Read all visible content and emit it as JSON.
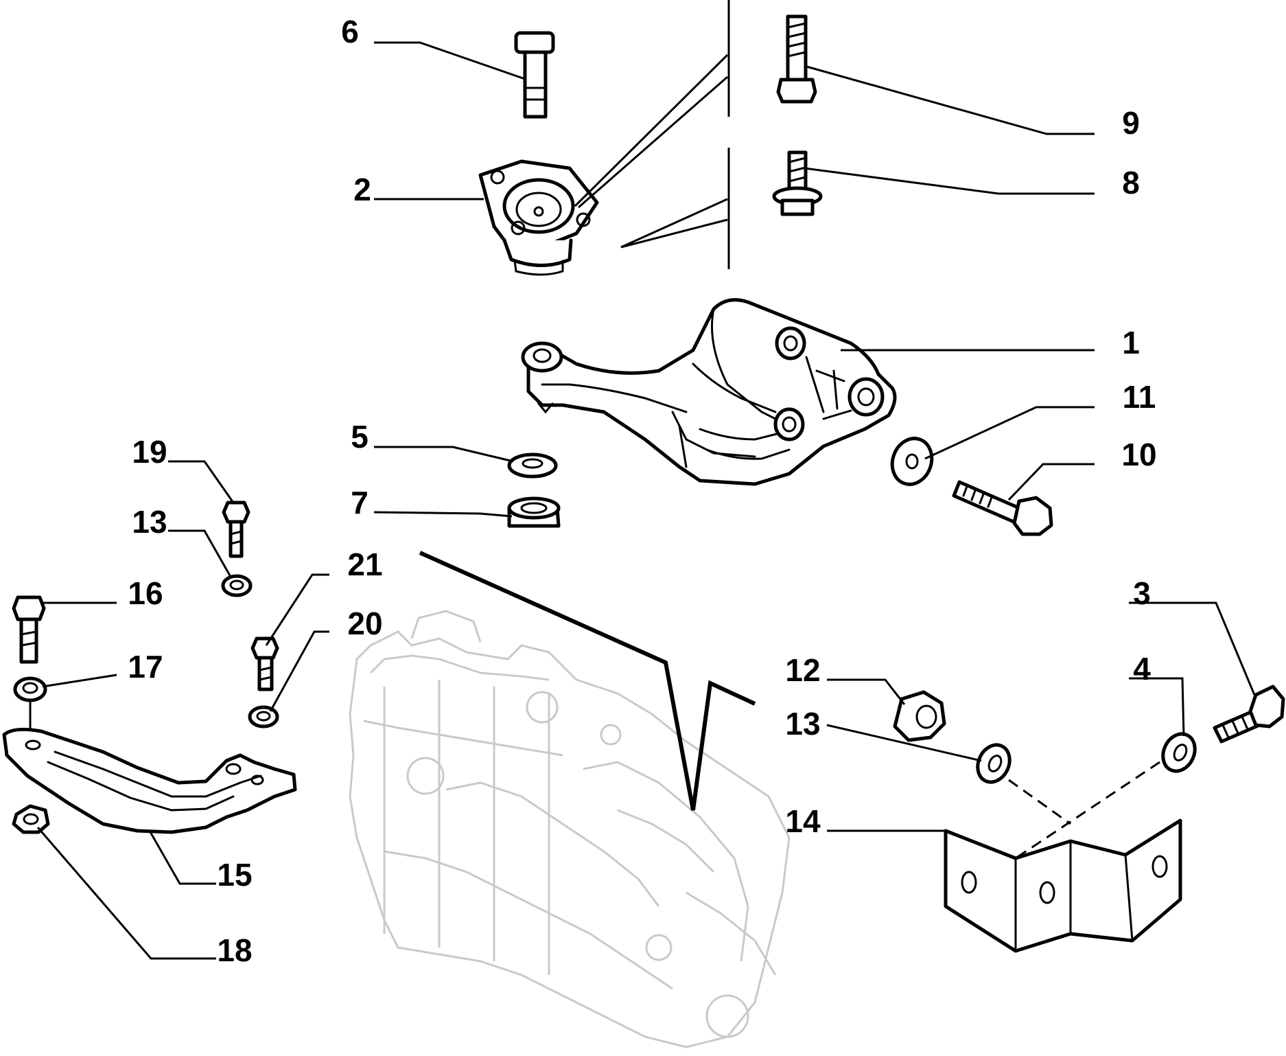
{
  "callouts": [
    {
      "id": "1",
      "text": "1"
    },
    {
      "id": "2",
      "text": "2"
    },
    {
      "id": "3",
      "text": "3"
    },
    {
      "id": "4",
      "text": "4"
    },
    {
      "id": "5",
      "text": "5"
    },
    {
      "id": "6",
      "text": "6"
    },
    {
      "id": "7",
      "text": "7"
    },
    {
      "id": "8",
      "text": "8"
    },
    {
      "id": "9",
      "text": "9"
    },
    {
      "id": "10",
      "text": "10"
    },
    {
      "id": "11",
      "text": "11"
    },
    {
      "id": "12",
      "text": "12"
    },
    {
      "id": "13a",
      "text": "13"
    },
    {
      "id": "13b",
      "text": "13"
    },
    {
      "id": "14",
      "text": "14"
    },
    {
      "id": "15",
      "text": "15"
    },
    {
      "id": "16",
      "text": "16"
    },
    {
      "id": "17",
      "text": "17"
    },
    {
      "id": "18",
      "text": "18"
    },
    {
      "id": "19",
      "text": "19"
    },
    {
      "id": "20",
      "text": "20"
    },
    {
      "id": "21",
      "text": "21"
    }
  ],
  "colors": {
    "line": "#000000",
    "background": "#ffffff",
    "engine_ghost": "#c9c9c9"
  },
  "icons": {
    "bolt": "bolt-icon",
    "nut": "hex-nut-icon",
    "washer": "washer-icon",
    "mount": "rubber-mount-icon",
    "bracket": "bracket-icon",
    "engine": "engine-outline-icon"
  }
}
